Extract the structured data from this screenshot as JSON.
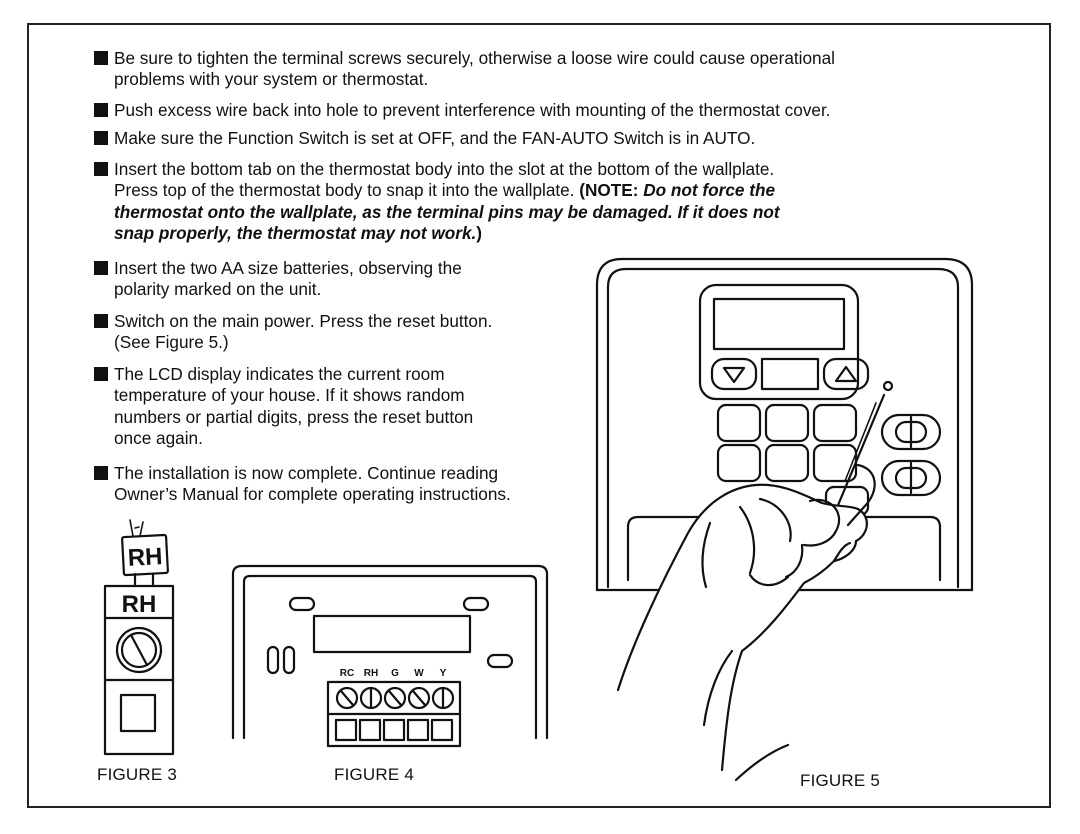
{
  "bullets": [
    {
      "lines": [
        "Be sure to tighten the terminal screws securely, otherwise a loose wire could cause operational",
        "problems with your system or thermostat."
      ]
    },
    {
      "lines": [
        "Push excess wire back into hole to prevent interference with mounting of the thermostat cover."
      ]
    },
    {
      "lines": [
        "Make sure the Function Switch is set at OFF, and the FAN-AUTO Switch is in AUTO."
      ]
    },
    {
      "lines": [
        "Insert the bottom tab on the thermostat body into the slot at the bottom of the wallplate.",
        "Press top of the thermostat body to snap it into the wallplate. "
      ],
      "note_open": "(NOTE: ",
      "note_italic": [
        "Do not force the",
        "thermostat onto the wallplate, as the terminal pins may be damaged. If it does not",
        "snap properly, the thermostat may not work."
      ],
      "note_close": ")"
    },
    {
      "lines": [
        "Insert the two AA size batteries, observing the",
        "polarity marked on the unit."
      ]
    },
    {
      "lines": [
        "Switch on the main power. Press the reset button.",
        "(See Figure 5.)"
      ]
    },
    {
      "lines": [
        "The LCD display indicates the current room",
        "temperature of your house. If it shows random",
        "numbers or partial digits, press the reset button",
        "once again."
      ]
    },
    {
      "lines": [
        "The installation is now complete. Continue reading",
        "Owner’s Manual for complete operating instructions."
      ]
    }
  ],
  "figures": {
    "figure3": {
      "caption": "FIGURE 3",
      "tag_label": "RH",
      "terminal_label": "RH"
    },
    "figure4": {
      "caption": "FIGURE 4",
      "terminal_labels": [
        "RC",
        "RH",
        "G",
        "W",
        "Y"
      ]
    },
    "figure5": {
      "caption": "FIGURE 5"
    }
  }
}
